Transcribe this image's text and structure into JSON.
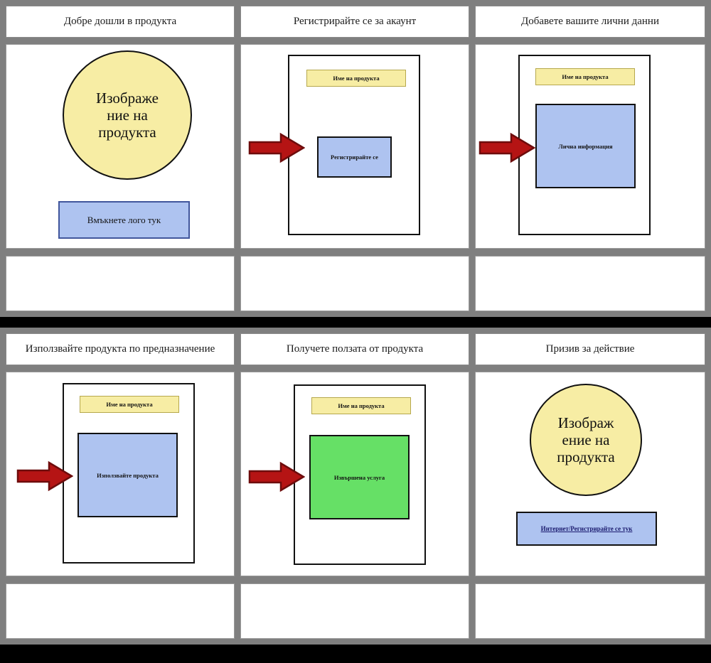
{
  "document": {
    "type": "storyboard",
    "language": "bg",
    "rows": 2,
    "columns": 3,
    "background_color": "#000000",
    "gutter_color": "#7f7f7f"
  },
  "palette": {
    "circle_fill": "#f7eda4",
    "circle_border": "#111111",
    "blue_fill": "#aec3f0",
    "blue_border": "#41569c",
    "green_fill": "#66e066",
    "yellow_bar_fill": "#f7eda4",
    "arrow_fill": "#b51414",
    "arrow_border": "#6e0c0c",
    "frame_border": "#111111",
    "link_color": "#1a1a6e"
  },
  "frames": [
    {
      "id": "frame-1",
      "title": "Добре дошли в продукта",
      "caption": "",
      "circle_text": "Изображе\nние на\nпродукта",
      "logo_box_label": "Вмъкнете лого тук",
      "has_arrow": false
    },
    {
      "id": "frame-2",
      "title": "Регистрирайте се за акаунт",
      "caption": "",
      "name_bar_label": "Име на продукта",
      "content_box_label": "Регистрирайте се",
      "content_box_color": "blue",
      "has_arrow": true
    },
    {
      "id": "frame-3",
      "title": "Добавете вашите лични данни",
      "caption": "",
      "name_bar_label": "Име на продукта",
      "content_box_label": "Лична информация",
      "content_box_color": "blue",
      "has_arrow": true
    },
    {
      "id": "frame-4",
      "title": "Използвайте продукта по предназначение",
      "caption": "",
      "name_bar_label": "Име на продукта",
      "content_box_label": "Използвайте продукта",
      "content_box_color": "blue",
      "has_arrow": true
    },
    {
      "id": "frame-5",
      "title": "Получете ползата от продукта",
      "caption": "",
      "name_bar_label": "Име на продукта",
      "content_box_label": "Извършена услуга",
      "content_box_color": "green",
      "has_arrow": true
    },
    {
      "id": "frame-6",
      "title": "Призив за действие",
      "caption": "",
      "circle_text": "Изображ\nение на\nпродукта",
      "cta_link_label": "Интернет/Регистрирайте се тук",
      "has_arrow": false
    }
  ]
}
